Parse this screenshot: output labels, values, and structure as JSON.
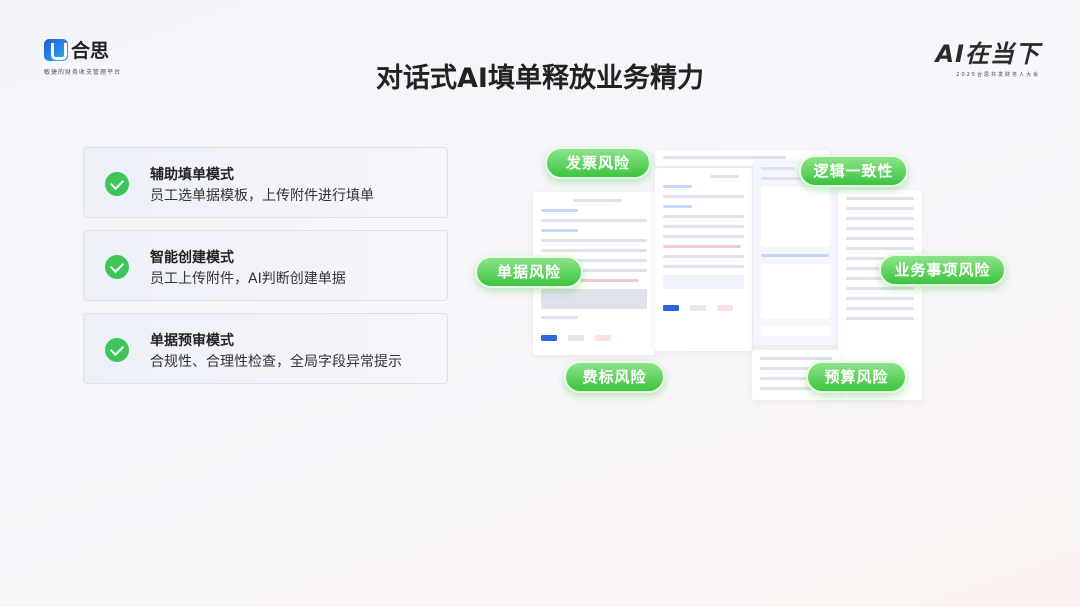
{
  "brand": {
    "name": "合思",
    "tagline": "敏捷的财务收支管理平台"
  },
  "event": {
    "name": "AI在当下",
    "subtitle": "2025合思共发财务人大会"
  },
  "title": "对话式AI填单释放业务精力",
  "modes": [
    {
      "title": "辅助填单模式",
      "desc": "员工选单据模板，上传附件进行填单"
    },
    {
      "title": "智能创建模式",
      "desc": "员工上传附件，AI判断创建单据"
    },
    {
      "title": "单据预审模式",
      "desc": "合规性、合理性检查，全局字段异常提示"
    }
  ],
  "risks": {
    "invoice": "发票风险",
    "logic": "逻辑一致性",
    "document": "单据风险",
    "business": "业务事项风险",
    "standard": "费标风险",
    "budget": "预算风险"
  },
  "colors": {
    "accent": "#3dc55a",
    "pill": "#4cc94c",
    "brand": "#1e5bd8"
  }
}
